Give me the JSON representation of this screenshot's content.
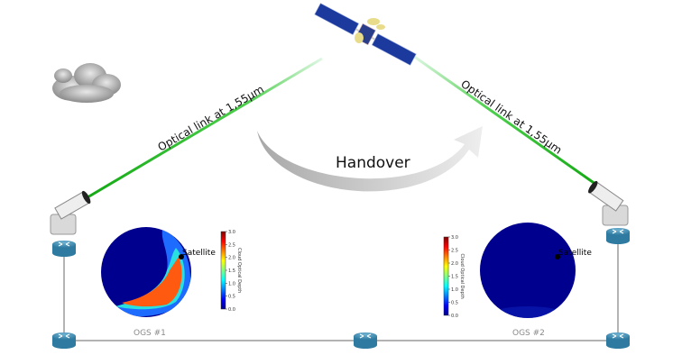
{
  "links": {
    "left_label": "Optical link at 1,55µm",
    "right_label": "Optical link at 1,55µm",
    "color": "#1db81d"
  },
  "handover": {
    "label": "Handover"
  },
  "stations": [
    {
      "label": "OGS #1",
      "marker_label": "Satellite",
      "cloud_state": "cloudy"
    },
    {
      "label": "OGS #2",
      "marker_label": "Satellite",
      "cloud_state": "clear"
    }
  ],
  "colorbar": {
    "title": "Cloud Optical Depth",
    "ticks": [
      "0.0",
      "0.5",
      "1.0",
      "1.5",
      "2.0",
      "2.5",
      "3.0"
    ],
    "range": [
      0,
      3.0
    ],
    "colormap": "jet"
  },
  "icons": [
    "satellite-icon",
    "cloud-icon",
    "telescope-icon",
    "router-icon"
  ],
  "colors": {
    "network_line": "#9a9a9a",
    "router": "#3f8fb5",
    "sky_clear": "#00008f",
    "label_gray": "#8a8a8a"
  }
}
